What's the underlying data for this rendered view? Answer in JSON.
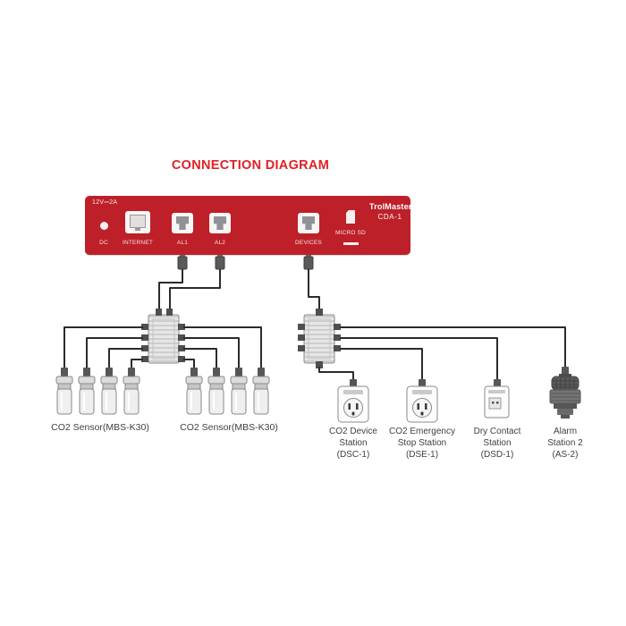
{
  "title": "CONNECTION DIAGRAM",
  "colors": {
    "accent": "#e02027",
    "panel_red": "#bd2029",
    "wire": "#2b2b2b"
  },
  "panel": {
    "brand": "TrolMaster",
    "model": "CDA-1",
    "power_label": "12V⎓2A",
    "ports": {
      "dc": "DC",
      "internet": "INTERNET",
      "al1": "AL1",
      "al2": "AL2",
      "devices": "DEVICES",
      "micro_sd": "MICRO SD"
    }
  },
  "sensor_groups": [
    {
      "label": "CO2 Sensor(MBS-K30)"
    },
    {
      "label": "CO2 Sensor(MBS-K30)"
    }
  ],
  "stations": [
    {
      "name": "CO2 Device Station",
      "model": "(DSC-1)"
    },
    {
      "name": "CO2 Emergency Stop Station",
      "model": "(DSE-1)"
    },
    {
      "name": "Dry Contact Station",
      "model": "(DSD-1)"
    },
    {
      "name": "Alarm Station 2",
      "model": "(AS-2)"
    }
  ]
}
